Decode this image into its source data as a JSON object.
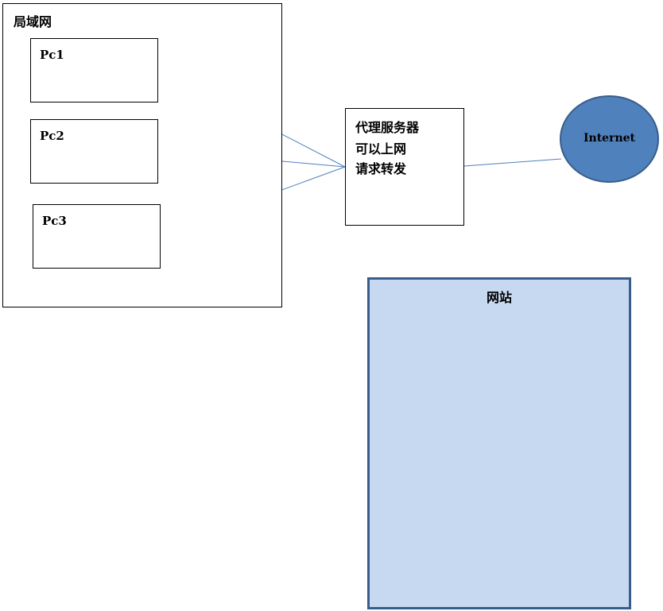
{
  "lan": {
    "title": "局域网"
  },
  "pcs": [
    {
      "label": "Pc1"
    },
    {
      "label": "Pc2"
    },
    {
      "label": "Pc3"
    }
  ],
  "proxy": {
    "lines": [
      "代理服务器",
      "可以上网",
      "请求转发"
    ]
  },
  "internet": {
    "label": "Internet"
  },
  "website": {
    "label": "网站"
  },
  "colors": {
    "connector": "#4f81bd",
    "internet_fill": "#4f81bd",
    "internet_border": "#385d8a",
    "website_fill": "#c6d9f1",
    "website_border": "#385d8a"
  }
}
